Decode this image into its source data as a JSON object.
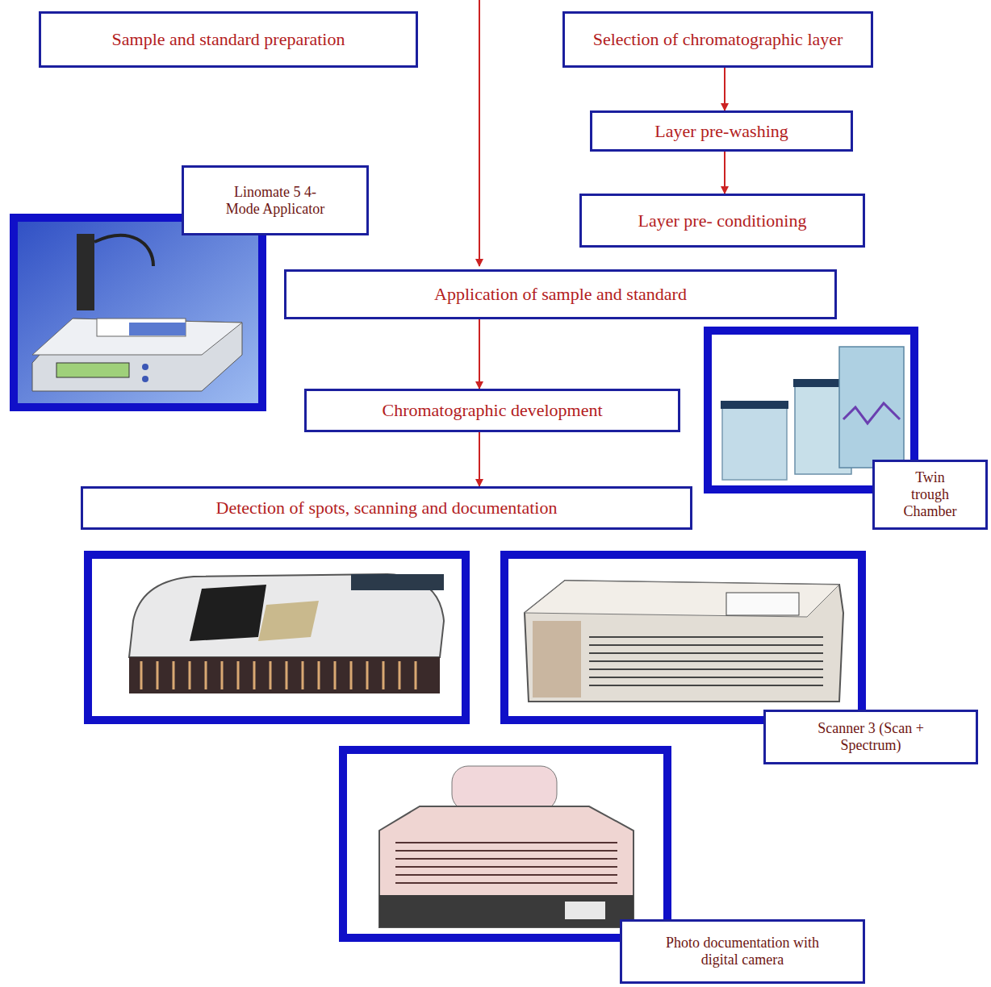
{
  "diagram": {
    "nodes": [
      {
        "text": [
          "Sample and standard preparation"
        ]
      },
      {
        "text": [
          "Selection of chromatographic layer"
        ]
      },
      {
        "text": [
          "Layer pre-washing"
        ]
      },
      {
        "text": [
          "Layer pre- conditioning"
        ]
      },
      {
        "text": [
          "Linomate 5 4-Mode Applicator"
        ]
      },
      {
        "text": [
          "Application of sample and standard"
        ]
      },
      {
        "text": [
          "Chromatographic development"
        ]
      },
      {
        "text": [
          "Twin trough Chamber"
        ]
      },
      {
        "text": [
          "Detection of spots, scanning and documentation"
        ]
      },
      {
        "text": [
          "Scanner 3 (Scan + Spectrum)"
        ]
      },
      {
        "text": [
          "Photo documentation with digital camera"
        ]
      }
    ],
    "edges": [
      {
        "from": 1,
        "to": 2,
        "arrow": "to"
      },
      {
        "from": 2,
        "to": 3,
        "arrow": "to"
      },
      {
        "from": 5,
        "to": 6,
        "arrow": "to"
      },
      {
        "from": 6,
        "to": 8,
        "arrow": "to"
      }
    ]
  }
}
